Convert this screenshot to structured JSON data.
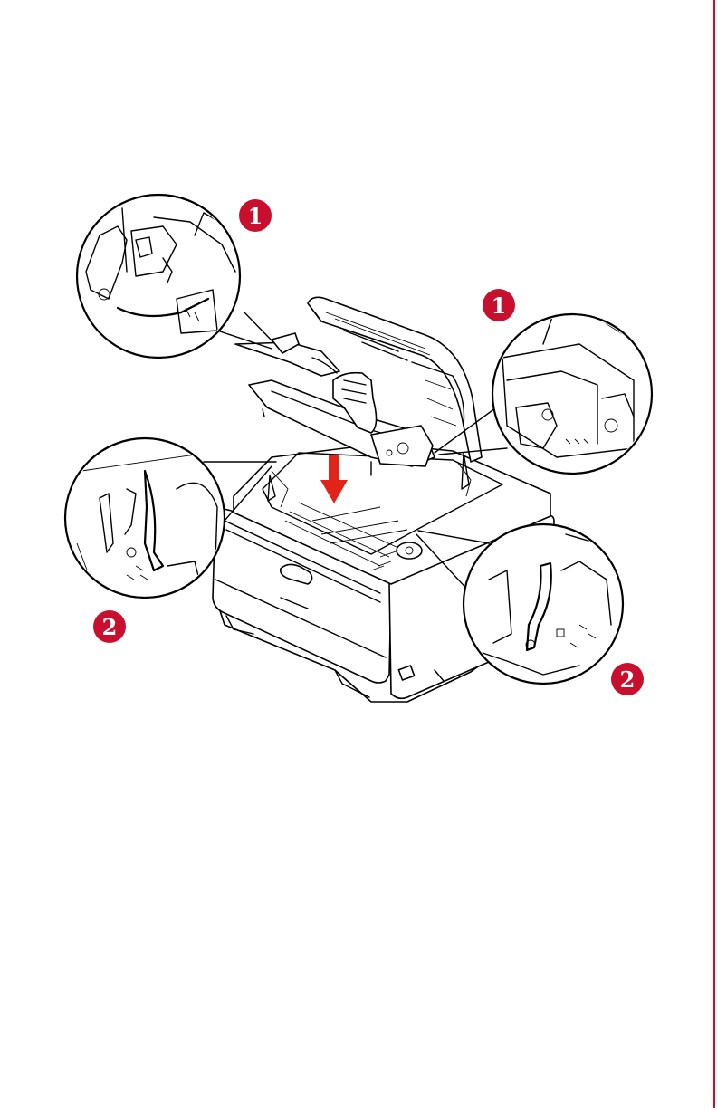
{
  "colors": {
    "accent": "#c8102e",
    "line": "#000000",
    "rule": "#c8102e"
  },
  "badges": {
    "top_left": "1",
    "top_right": "1",
    "bottom_left": "2",
    "bottom_right": "2"
  },
  "arrow": {
    "icon": "down-arrow-icon",
    "color": "#e2231a"
  }
}
